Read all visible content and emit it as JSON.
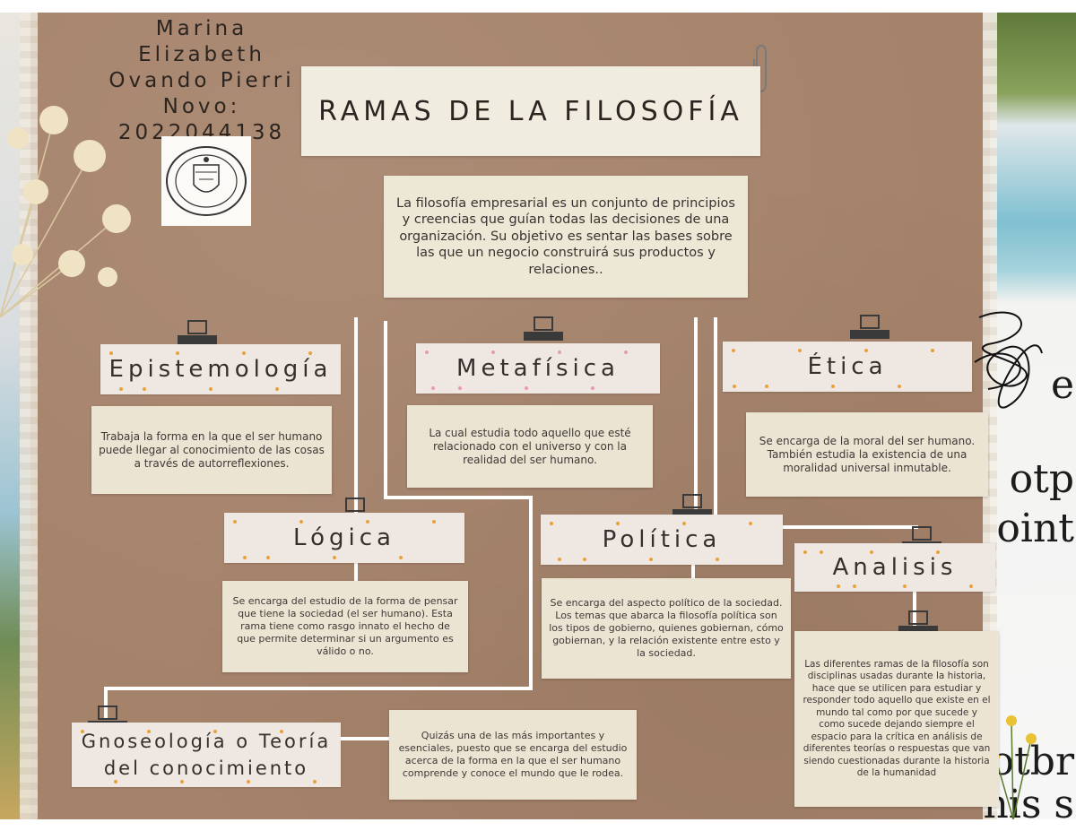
{
  "author": {
    "line1": "Marina Elizabeth",
    "line2": "Ovando Pierri",
    "line3": "Novo:",
    "line4": "2022044138"
  },
  "title": "RAMAS DE LA FILOSOFÍA",
  "intro": "La filosofía empresarial es un conjunto de principios y creencias que guían todas las decisiones de una organización. Su objetivo es sentar las bases sobre las que un negocio construirá sus productos y relaciones..",
  "branches": {
    "epistemologia": {
      "label": "Epistemología",
      "text": "Trabaja la forma en la que el ser humano puede llegar al conocimiento de las cosas a través de autorreflexiones."
    },
    "metafisica": {
      "label": "Metafísica",
      "text": "La cual estudia todo aquello que esté relacionado con el universo y con la realidad del ser humano."
    },
    "etica": {
      "label": "Ética",
      "text": "Se encarga de la moral del ser humano. También estudia la existencia de una moralidad universal inmutable."
    },
    "logica": {
      "label": "Lógica",
      "text": "Se encarga del estudio de la forma de pensar que tiene la sociedad (el ser humano). Esta rama tiene como rasgo innato el hecho de que permite determinar si un argumento es válido o no."
    },
    "politica": {
      "label": "Política",
      "text": "Se encarga del aspecto político de la sociedad. Los temas que abarca la filosofía política son los tipos de gobierno, quienes gobiernan, cómo gobiernan, y la relación existente entre esto y la sociedad."
    },
    "analisis": {
      "label": "Analisis",
      "text": "Las diferentes ramas de la filosofía son disciplinas usadas durante la historia, hace que se utilicen para estudiar y responder todo aquello que existe en el mundo tal como por que sucede y como sucede dejando siempre el espacio para la crítica en análisis de diferentes teorías o respuestas que van siendo cuestionadas durante la historia de la humanidad"
    },
    "gnoseologia": {
      "label_line1": "Gnoseología o Teoría",
      "label_line2": "del conocimiento",
      "text": "Quizás una de las más importantes y esenciales, puesto que se encarga del estudio acerca de la forma en la que el ser humano comprende y conoce el mundo que le rodea."
    }
  },
  "background_text": {
    "right": [
      "e",
      "otp",
      "oint",
      "otbr",
      "nis s"
    ]
  },
  "colors": {
    "background": "#a5826a",
    "tape": "#efe8e2",
    "note": "#ebe4d2",
    "dot_orange": "#e8a13a",
    "dot_pink": "#e79bb0",
    "binder": "#3b3a3a"
  }
}
